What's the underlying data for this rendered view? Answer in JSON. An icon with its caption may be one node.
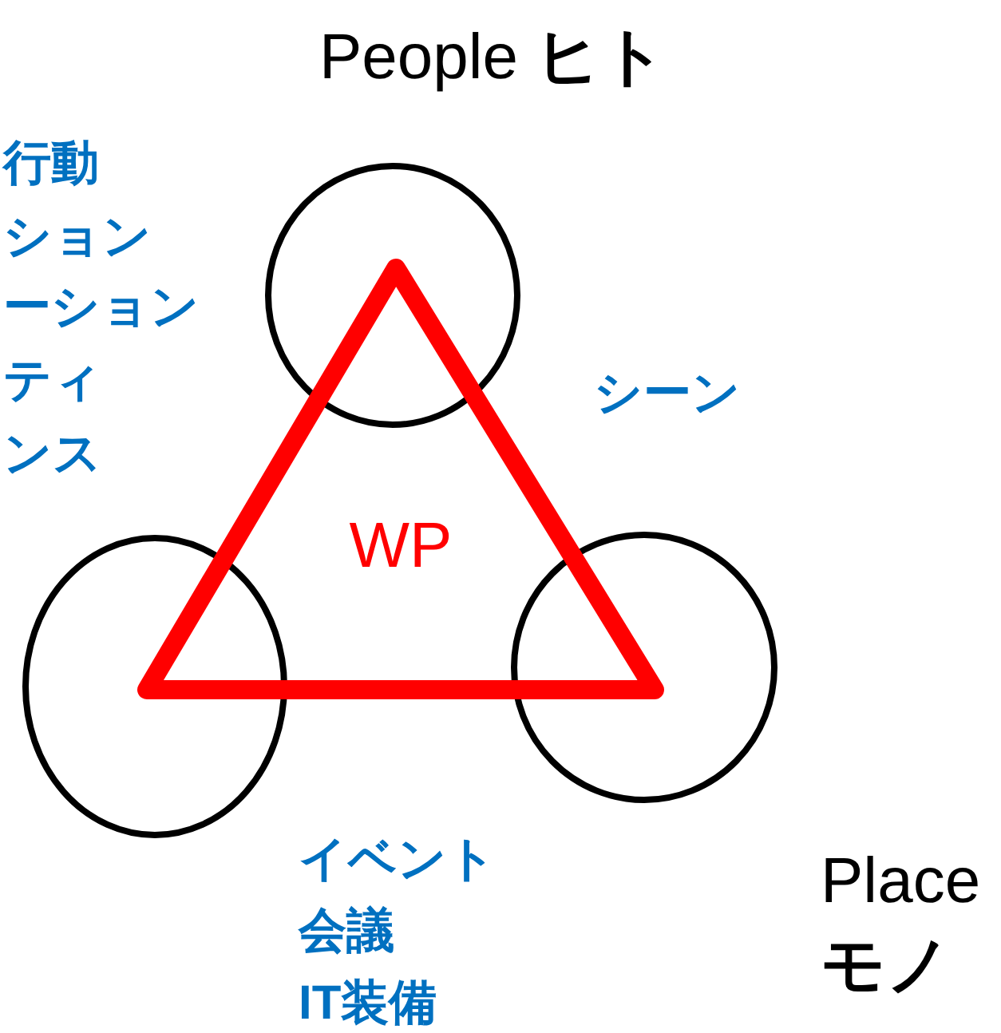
{
  "diagram": {
    "nodes": [
      {
        "text": [],
        "shape": "circle"
      },
      {
        "text": [],
        "shape": "circle"
      },
      {
        "text": [],
        "shape": "circle"
      },
      {
        "text": [
          "WP"
        ]
      }
    ],
    "labels": [
      "People **ヒト**",
      "行動",
      "ション",
      "ーション",
      "ティ",
      "ンス",
      "シーン",
      "イベント",
      "会議",
      "IT装備",
      "Place",
      "モノ"
    ]
  }
}
